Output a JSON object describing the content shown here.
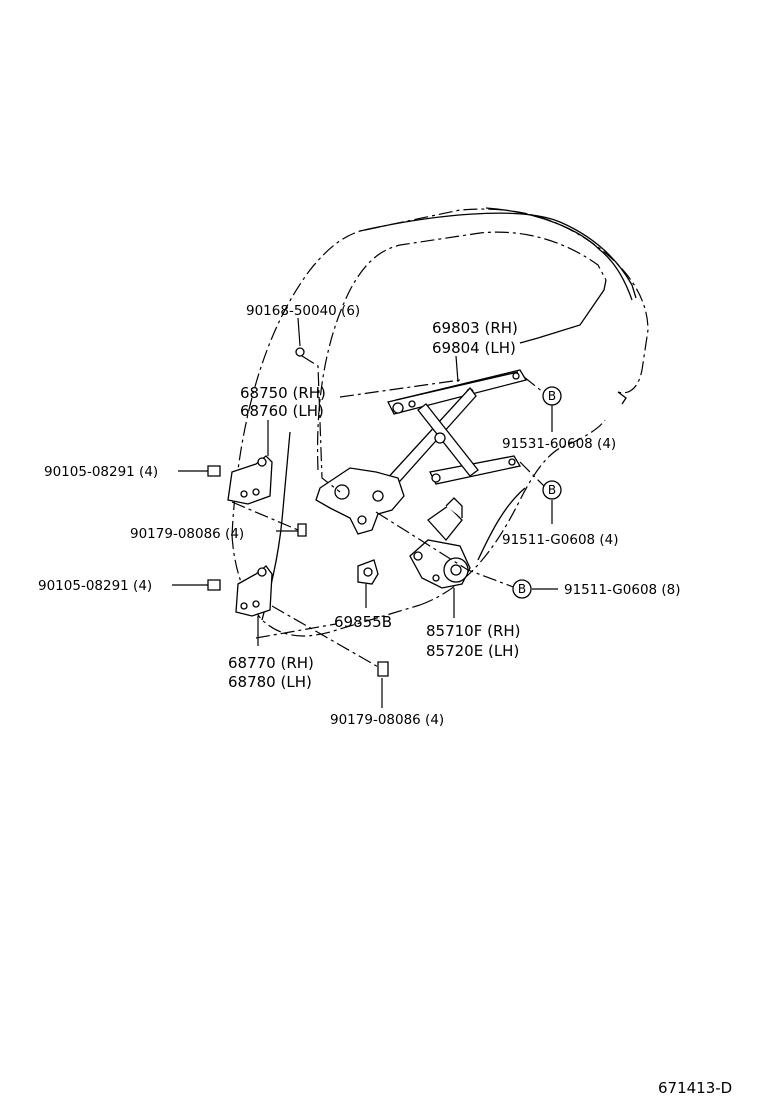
{
  "callouts": {
    "p90168": "90168-50040 (6)",
    "p69803": "69803 (RH)",
    "p69804": "69804 (LH)",
    "p68750": "68750 (RH)",
    "p68760": "68760 (LH)",
    "p91531": "91531-60608 (4)",
    "p90105a": "90105-08291 (4)",
    "p90179a": "90179-08086 (4)",
    "p91511a": "91511-G0608 (4)",
    "p90105b": "90105-08291 (4)",
    "p91511b": "91511-G0608 (8)",
    "p69855": "69855B",
    "p85710": "85710F (RH)",
    "p85720": "85720E (LH)",
    "p68770": "68770 (RH)",
    "p68780": "68780 (LH)",
    "p90179b": "90179-08086 (4)"
  },
  "markers": {
    "b1": "B",
    "b2": "B",
    "b3": "B"
  },
  "drawing_ref": "671413-D"
}
